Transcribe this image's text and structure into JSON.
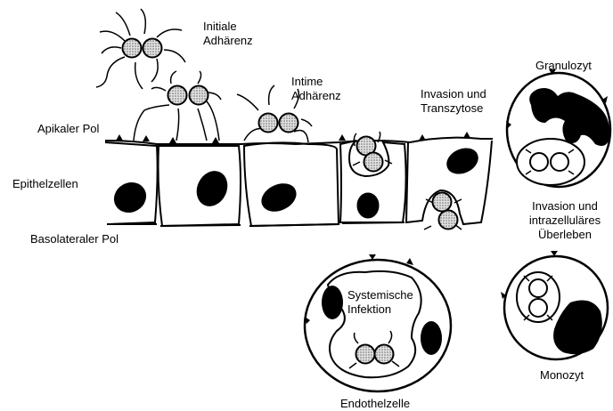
{
  "labels": {
    "initiale_adhaerenz": [
      "Initiale",
      "Adhärenz"
    ],
    "intime_adhaerenz": [
      "Intime",
      "Adhärenz"
    ],
    "invasion_transzytose": [
      "Invasion und",
      "Transzytose"
    ],
    "granulozyt": "Granulozyt",
    "apikaler_pol": "Apikaler Pol",
    "epithelzellen": "Epithelzellen",
    "basolateraler_pol": "Basolateraler Pol",
    "invasion_intrazellulaer": [
      "Invasion und",
      "intrazelluläres",
      "Überleben"
    ],
    "systemische_infektion": [
      "Systemische",
      "Infektion"
    ],
    "monozyt": "Monozyt",
    "endothelzelle": "Endothelzelle"
  },
  "icons": {
    "bacteria": "diplococcus-icon",
    "nucleus": "cell-nucleus-icon"
  },
  "colors": {
    "stroke": "#000000",
    "nucleus": "#000000",
    "bacterium_fill": "#b8b8b8",
    "background": "#ffffff"
  }
}
